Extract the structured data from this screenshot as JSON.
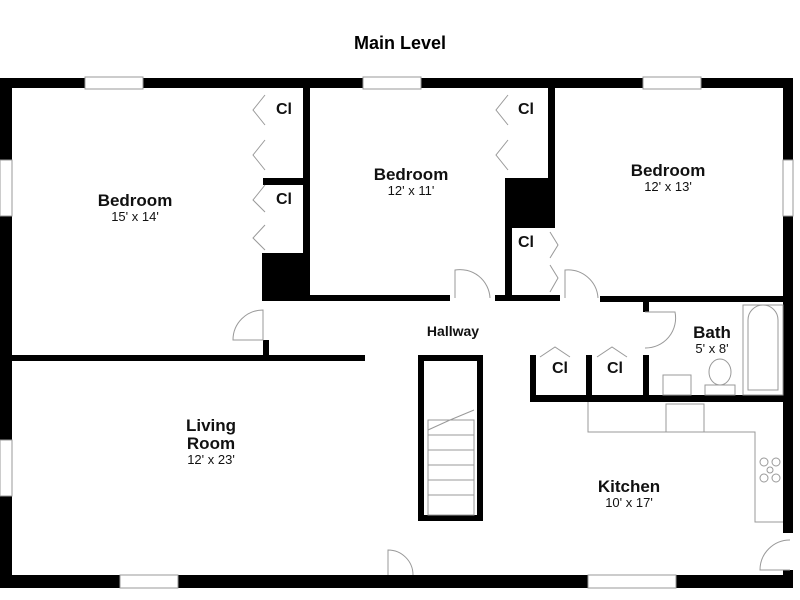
{
  "title": "Main Level",
  "rooms": {
    "bedroom1": {
      "name": "Bedroom",
      "dims": "15' x 14'"
    },
    "bedroom2": {
      "name": "Bedroom",
      "dims": "12' x 11'"
    },
    "bedroom3": {
      "name": "Bedroom",
      "dims": "12' x 13'"
    },
    "hallway": {
      "name": "Hallway"
    },
    "bath": {
      "name": "Bath",
      "dims": "5' x 8'"
    },
    "living": {
      "name": "Living Room",
      "name_line1": "Living",
      "name_line2": "Room",
      "dims": "12' x 23'"
    },
    "kitchen": {
      "name": "Kitchen",
      "dims": "10' x 17'"
    }
  },
  "closet_label": "Cl"
}
